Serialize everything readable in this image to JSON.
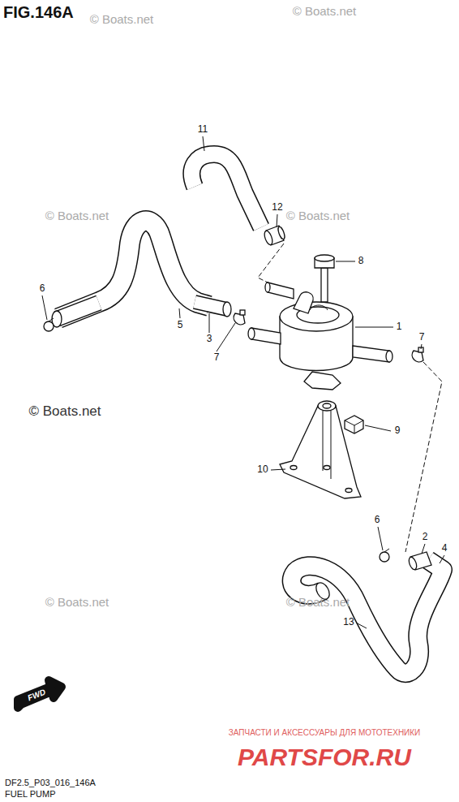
{
  "diagram": {
    "title": "FIG.146A",
    "labels": [
      "© Boats.net",
      "© Boats.net",
      "© Boats.net",
      "© Boats.net",
      "© Boats.net",
      "© Boats.net",
      "© Boats.net",
      "11",
      "12",
      "8",
      "1",
      "6",
      "5",
      "3",
      "7",
      "7",
      "9",
      "10",
      "6",
      "2",
      "4",
      "13",
      "FWD",
      "ЗАПЧАСТИ И АКСЕССУАРЫ ДЛЯ МОТОТЕХНИКИ",
      "PARTSFOR.RU",
      "DF2.5_P03_016_146A",
      "FUEL PUMP"
    ]
  }
}
